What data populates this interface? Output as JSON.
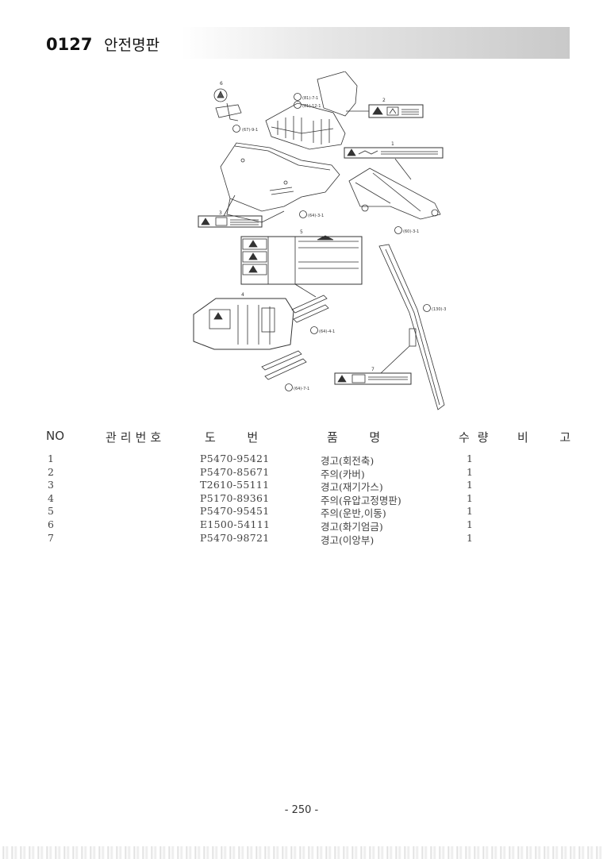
{
  "header": {
    "code": "0127",
    "title": "안전명판"
  },
  "diagram": {
    "refs": {
      "r1": "(81)-7-1",
      "r2": "(81)-12-1",
      "r3": "(67)-9-1",
      "r4": "(64)-3-1",
      "r5": "(60)-3-1",
      "r6": "(130)-3",
      "r7": "(64)-4-1",
      "r8": "(64)-7-1"
    },
    "item_numbers": [
      "1",
      "2",
      "3",
      "4",
      "5",
      "6",
      "7"
    ]
  },
  "table": {
    "headers": {
      "no": "NO",
      "mgmt": "관리번호",
      "drawing": "도  번",
      "name": "품  명",
      "qty": "수량",
      "remark": "비  고"
    },
    "rows": [
      {
        "no": "1",
        "part": "P5470-95421",
        "name": "경고(회전축)",
        "qty": "1"
      },
      {
        "no": "2",
        "part": "P5470-85671",
        "name": "주의(카버)",
        "qty": "1"
      },
      {
        "no": "3",
        "part": "T2610-55111",
        "name": "경고(재기가스)",
        "qty": "1"
      },
      {
        "no": "4",
        "part": "P5170-89361",
        "name": "주의(유압고정명판)",
        "qty": "1"
      },
      {
        "no": "5",
        "part": "P5470-95451",
        "name": "주의(운반,이동)",
        "qty": "1"
      },
      {
        "no": "6",
        "part": "E1500-54111",
        "name": "경고(화기엄금)",
        "qty": "1"
      },
      {
        "no": "7",
        "part": "P5470-98721",
        "name": "경고(이앙부)",
        "qty": "1"
      }
    ]
  },
  "footer": {
    "page": "- 250 -"
  }
}
